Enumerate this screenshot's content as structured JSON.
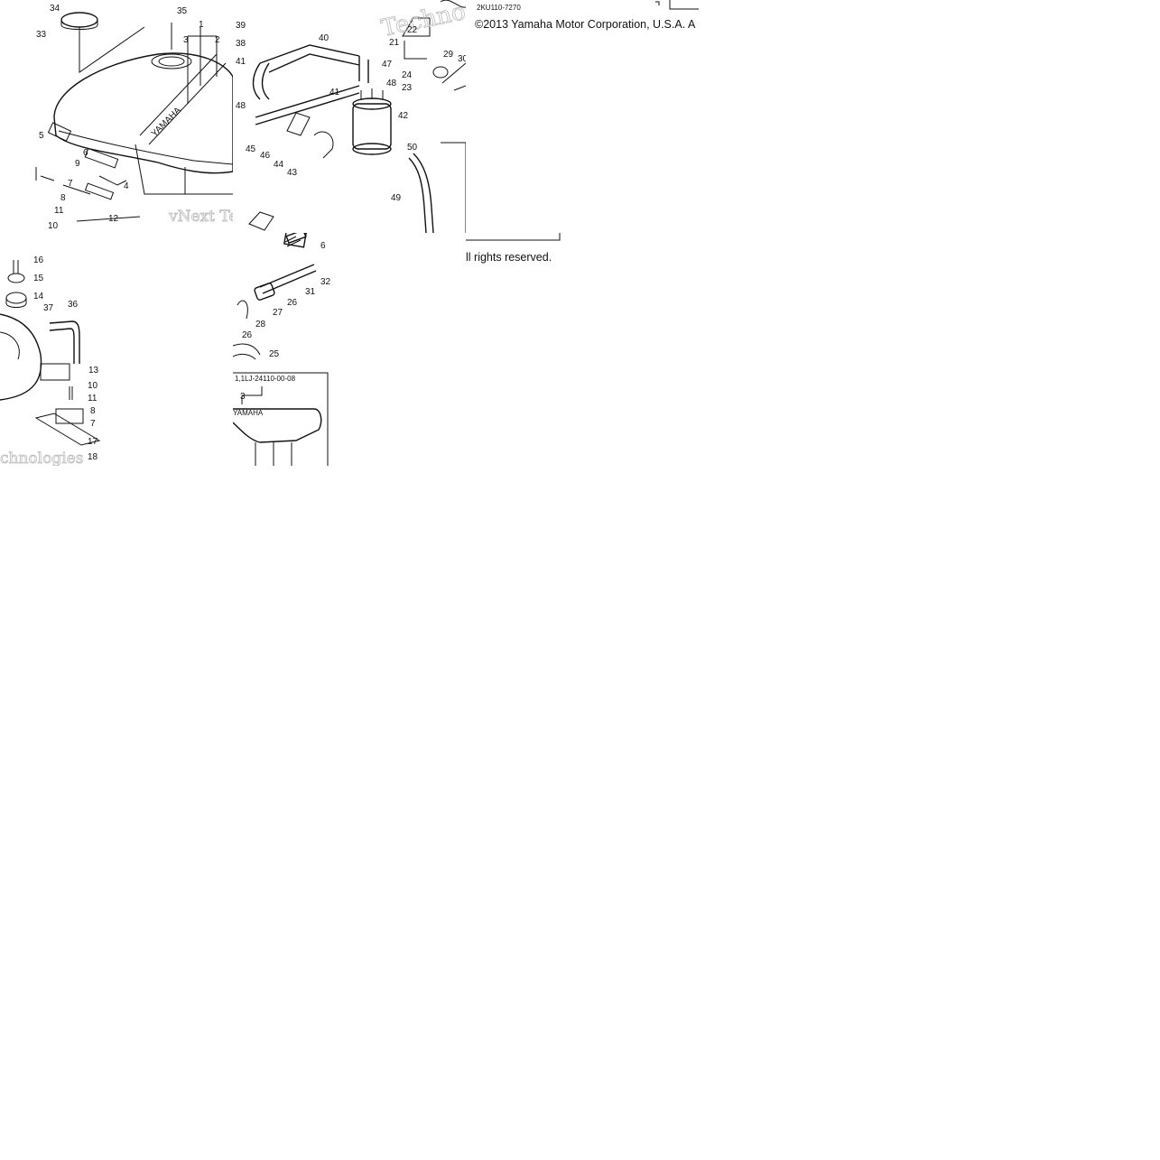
{
  "copyright": "©2013 Yamaha Motor Corporation, U.S.A. A",
  "rights": "ll rights reserved.",
  "part_number": "2KU110-7270",
  "alt_part": "1,1LJ-24110-00-08",
  "brand_on_tank": "YAMAHA",
  "watermark_a": "vNext Te",
  "watermark_b": "Techno",
  "watermark_c": "chnologies",
  "callouts_tile1": [
    "34",
    "35",
    "33",
    "1",
    "3",
    "2",
    "5",
    "6",
    "9",
    "7",
    "4",
    "8",
    "12",
    "11",
    "10"
  ],
  "callouts_tile2": [
    "39",
    "38",
    "40",
    "47",
    "41",
    "41",
    "48",
    "42",
    "48",
    "45",
    "46",
    "44",
    "43",
    "50",
    "49",
    "21",
    "22",
    "24",
    "23",
    "29",
    "30"
  ],
  "callouts_tile3": [
    "16",
    "15",
    "14",
    "37",
    "36",
    "13",
    "10",
    "11",
    "8",
    "7",
    "17",
    "18"
  ],
  "callouts_tile4": [
    "32",
    "31",
    "26",
    "27",
    "28",
    "26",
    "25",
    "3",
    "6"
  ]
}
